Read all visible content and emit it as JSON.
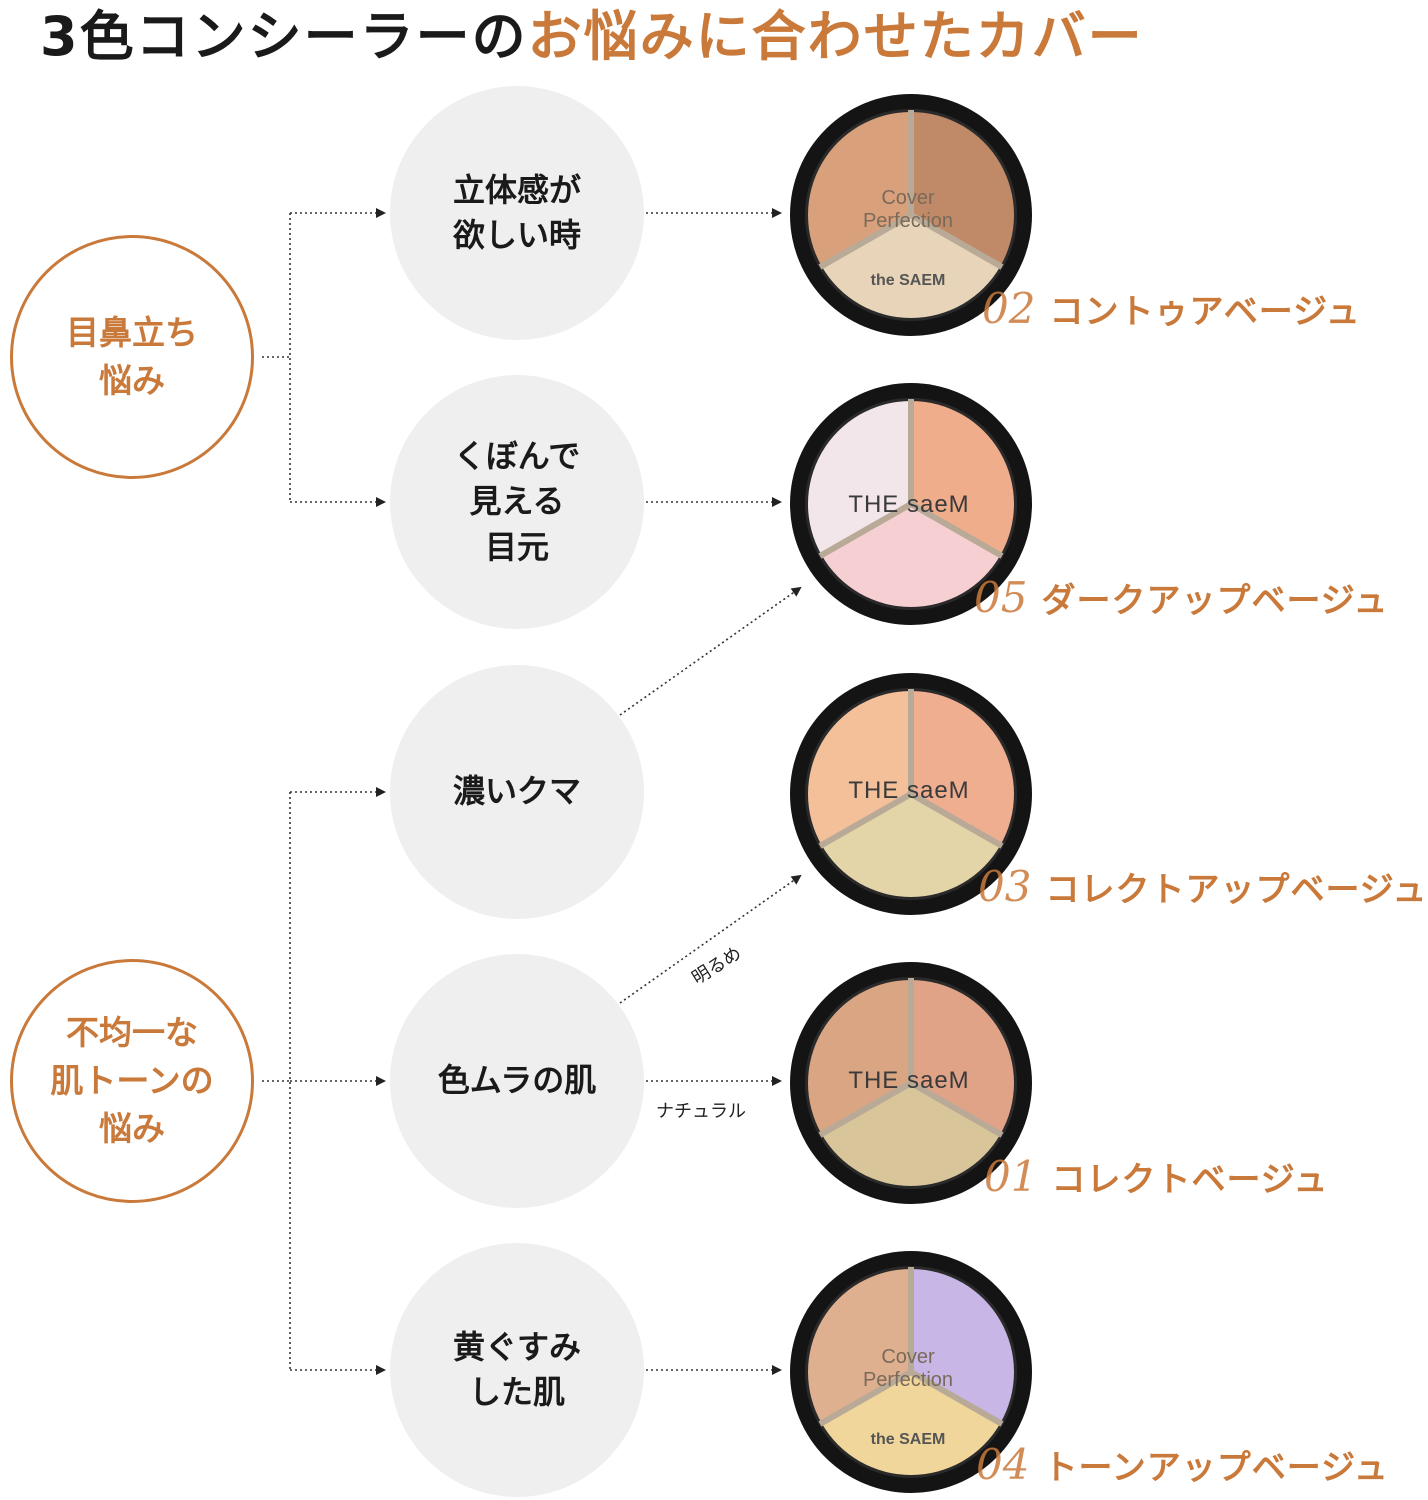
{
  "title": {
    "part1": "3色コンシーラーの",
    "part2": "お悩みに合わせたカバー"
  },
  "colors": {
    "accent": "#c9793a",
    "concern_bg": "#efefef",
    "text": "#1a1a1a"
  },
  "categories": [
    {
      "label": "目鼻立ち\n悩み"
    },
    {
      "label": "不均一な\n肌トーンの\n悩み"
    }
  ],
  "concerns": [
    {
      "label": "立体感が\n欲しい時"
    },
    {
      "label": "くぼんで\n見える\n目元"
    },
    {
      "label": "濃いクマ"
    },
    {
      "label": "色ムラの肌"
    },
    {
      "label": "黄ぐすみ\nした肌"
    }
  ],
  "products": [
    {
      "number": "02",
      "name": "コントゥアベージュ",
      "logo_line1": "Cover",
      "logo_line2": "Perfection",
      "logo_line3": "the SAEM",
      "pan_colors": [
        "#d9a07c",
        "#c08a68",
        "#e8d4b8"
      ]
    },
    {
      "number": "05",
      "name": "ダークアップベージュ",
      "logo_line1": "THE saeM",
      "pan_colors": [
        "#f3e6ea",
        "#f0ad8c",
        "#f6cfd2"
      ]
    },
    {
      "number": "03",
      "name": "コレクトアップベージュ",
      "logo_line1": "THE saeM",
      "pan_colors": [
        "#f3c09a",
        "#efae90",
        "#e4d5a8"
      ]
    },
    {
      "number": "01",
      "name": "コレクトベージュ",
      "logo_line1": "THE saeM",
      "pan_colors": [
        "#d9a583",
        "#e0a388",
        "#d8c59a"
      ]
    },
    {
      "number": "04",
      "name": "トーンアップベージュ",
      "logo_line1": "Cover",
      "logo_line2": "Perfection",
      "logo_line3": "the SAEM",
      "pan_colors": [
        "#dfb08f",
        "#c8b6e6",
        "#f0d69a"
      ]
    }
  ],
  "notes": {
    "brighter": "明るめ",
    "natural": "ナチュラル"
  }
}
